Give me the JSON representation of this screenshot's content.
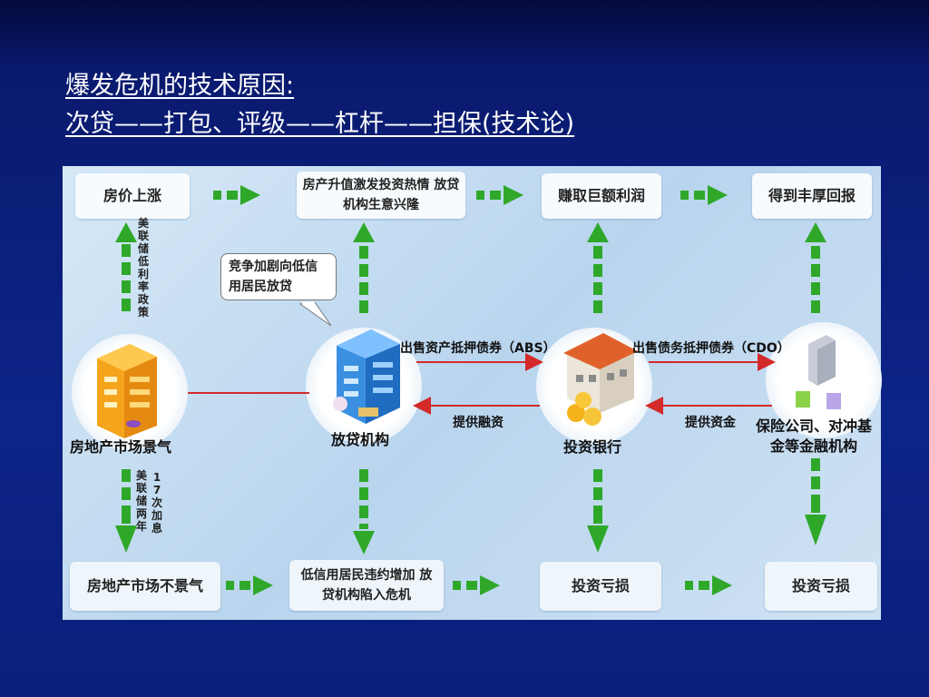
{
  "title": {
    "line1": "爆发危机的技术原因:",
    "line2": "次贷——打包、评级——杠杆——担保(技术论)"
  },
  "boxes": {
    "house_price_rise": "房价上涨",
    "house_appreciation": "房产升值激发投资热情 放贷机构生意兴隆",
    "huge_profit": "赚取巨额利润",
    "rich_return": "得到丰厚回报",
    "market_decline": "房地产市场不景气",
    "low_credit_default": "低信用居民违约增加 放贷机构陷入危机",
    "investment_loss_1": "投资亏损",
    "investment_loss_2": "投资亏损"
  },
  "nodes": {
    "real_estate_boom": "房地产市场景气",
    "lender": "放贷机构",
    "investment_bank": "投资银行",
    "insurance_funds": "保险公司、对冲基金等金融机构"
  },
  "bubble": "竞争加剧向低信用居民放贷",
  "arrow_labels": {
    "fed_low_rate": "美联储低利率政策",
    "fed_two_year": "美联储两年",
    "seventeen_hikes": "17次加息",
    "sell_abs": "出售资产抵押债券（ABS）",
    "provide_financing": "提供融资",
    "sell_cdo": "出售债务抵押债券（CDO）",
    "provide_funds": "提供资金"
  },
  "colors": {
    "arrow_green": "#2fa82a",
    "red_line": "#d42a2a",
    "building_orange": "#f5a51c",
    "building_blue": "#3a8fe0"
  }
}
